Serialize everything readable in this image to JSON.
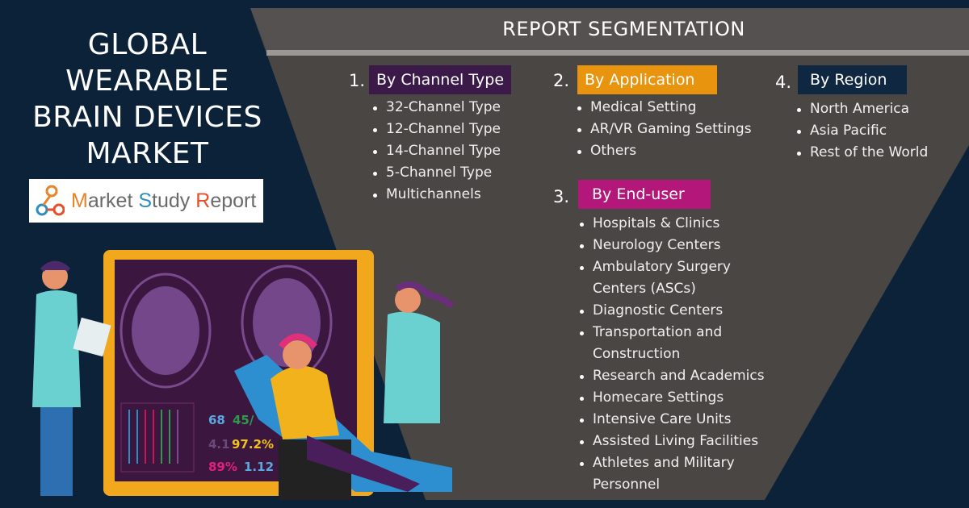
{
  "title_lines": [
    "GLOBAL",
    "WEARABLE",
    "BRAIN DEVICES",
    "MARKET"
  ],
  "logo": {
    "m": "M",
    "arket": "arket ",
    "s": "S",
    "tudy": "tudy ",
    "r": "R",
    "eport": "eport"
  },
  "segmentation_title": "REPORT SEGMENTATION",
  "colors": {
    "background": "#0b2239",
    "panel": "#4a4643",
    "channel": "#3b1a4a",
    "application": "#e8940f",
    "region": "#0f2740",
    "enduser": "#b3177a"
  },
  "segments": [
    {
      "number": "1.",
      "label": "By Channel Type",
      "items": [
        "32-Channel Type",
        "12-Channel Type",
        "14-Channel Type",
        "5-Channel Type",
        "Multichannels"
      ]
    },
    {
      "number": "2.",
      "label": "By Application",
      "items": [
        "Medical Setting",
        "AR/VR Gaming Settings",
        "Others"
      ]
    },
    {
      "number": "3.",
      "label": "By End-user",
      "items": [
        "Hospitals & Clinics",
        "Neurology Centers",
        "Ambulatory Surgery",
        "Centers (ASCs)",
        "Diagnostic Centers",
        "Transportation and",
        "Construction",
        "Research and Academics",
        "Homecare Settings",
        "Intensive Care Units",
        "Assisted Living Facilities",
        "Athletes and Military",
        "Personnel"
      ]
    },
    {
      "number": "4.",
      "label": "By Region",
      "items": [
        "North America",
        "Asia Pacific",
        "Rest of the World"
      ]
    }
  ],
  "monitor_readouts": [
    "68",
    "45/",
    "4.1",
    "97.2%",
    "89%",
    "1.12"
  ]
}
